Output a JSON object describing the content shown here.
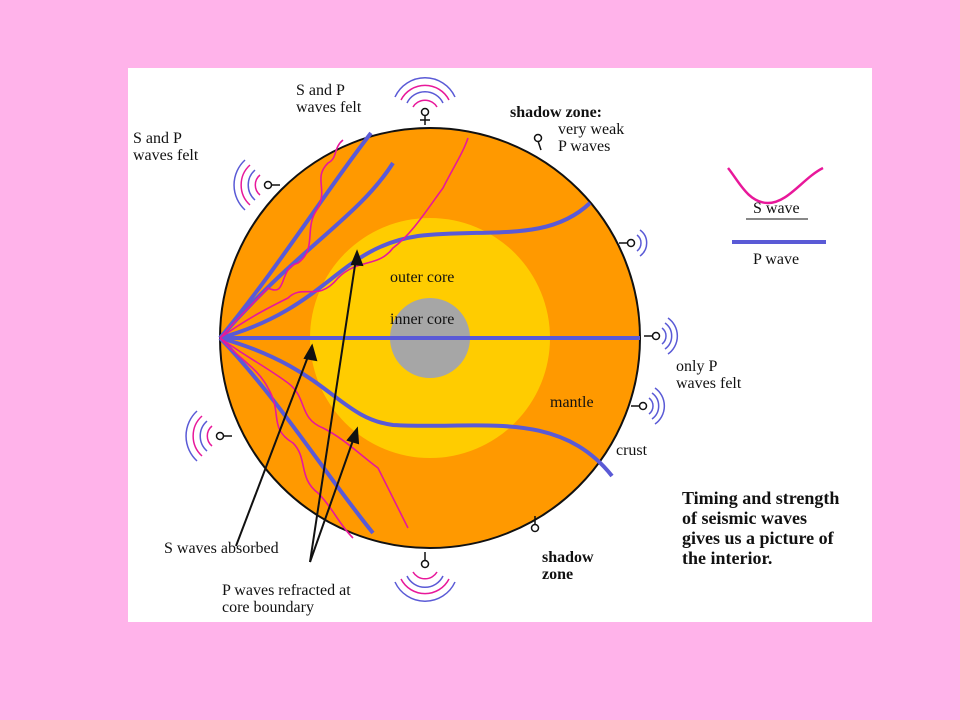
{
  "labels": {
    "outer_core": "outer core",
    "inner_core": "inner core",
    "mantle": "mantle",
    "crust": "crust",
    "sp_top": [
      "S and P",
      "waves felt"
    ],
    "sp_left": [
      "S and P",
      "waves felt"
    ],
    "shadow_top_title": "shadow zone:",
    "shadow_top_desc": [
      "very weak",
      "P waves"
    ],
    "only_p": [
      "only P",
      "waves felt"
    ],
    "shadow_bottom": [
      "shadow",
      "zone"
    ],
    "s_absorbed": "S waves absorbed",
    "p_refracted": [
      "P waves refracted at",
      "core boundary"
    ],
    "caption": [
      "Timing and strength",
      "of seismic waves",
      "gives us a picture of",
      "the interior."
    ]
  },
  "legend": {
    "s_wave": "S wave",
    "p_wave": "P wave"
  },
  "colors": {
    "background": "#ffb3ea",
    "mantle": "#ff9900",
    "outer_core": "#ffcc00",
    "inner_core": "#a6a6a6",
    "s_wave": "#e8189a",
    "p_wave": "#5a5ad6"
  }
}
